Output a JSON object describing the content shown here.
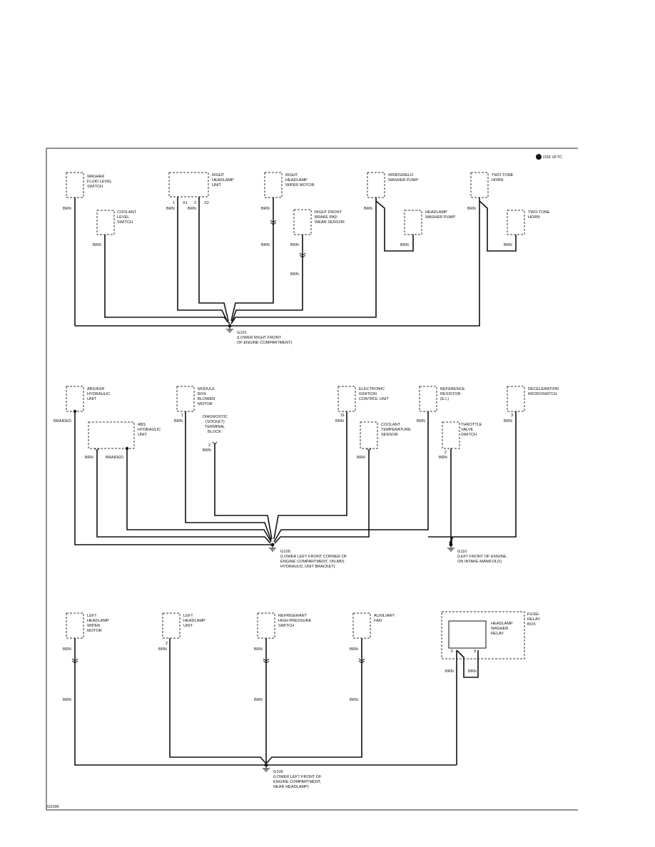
{
  "header": {
    "logo_text": "I335 VFTC"
  },
  "footer": {
    "figure_id": "G5396"
  },
  "components": {
    "washer_fluid_level_switch": [
      "WASHER",
      "FLUID LEVEL",
      "SWITCH"
    ],
    "coolant_level_switch": [
      "COOLANT",
      "LEVEL",
      "SWITCH"
    ],
    "right_headlamp_unit": [
      "RIGHT",
      "HEADLAMP",
      "UNIT"
    ],
    "right_headlamp_wiper_motor": [
      "RIGHT",
      "HEADLAMP",
      "WIPER MOTOR"
    ],
    "right_front_brake_pad_wear_sensor": [
      "RIGHT FRONT",
      "BRAKE PAD",
      "WEAR SENSOR"
    ],
    "windshield_washer_pump": [
      "WINDSHIELD",
      "WASHER PUMP"
    ],
    "headlamp_washer_pump": [
      "HEADLAMP",
      "WASHER PUMP"
    ],
    "two_tone_horn_1": [
      "TWO-TONE",
      "HORN"
    ],
    "two_tone_horn_2": [
      "TWO-TONE",
      "HORN"
    ],
    "abs_asr_hydraulic_unit": [
      "ABS/ASR",
      "HYDRAULIC",
      "UNIT"
    ],
    "abs_hydraulic_unit": [
      "ABS",
      "HYDRAULIC",
      "UNIT"
    ],
    "module_box_blower_motor": [
      "MODULE",
      "BOX",
      "BLOWER",
      "MOTOR"
    ],
    "diagnostic_terminal_block": [
      "DIAGNOSTIC",
      "(SOCKET)",
      "TERMINAL",
      "BLOCK"
    ],
    "electronic_ignition_control_unit": [
      "ELECTRONIC",
      "IGNITION",
      "CONTROL UNIT"
    ],
    "coolant_temperature_sensor": [
      "COOLANT",
      "TEMPERATURE",
      "SENSOR"
    ],
    "reference_resistor": [
      "REFERENCE",
      "RESISTOR",
      "(E.I.)"
    ],
    "throttle_valve_switch": [
      "THROTTLE",
      "VALVE",
      "SWITCH"
    ],
    "deceleration_microswitch": [
      "DECELERATION",
      "MICROSWITCH"
    ],
    "left_headlamp_wiper_motor": [
      "LEFT",
      "HEADLAMP",
      "WIPER",
      "MOTOR"
    ],
    "left_headlamp_unit": [
      "LEFT",
      "HEADLAMP",
      "UNIT"
    ],
    "refrigerant_high_pressure_switch": [
      "REFRIGERANT",
      "HIGH PRESSURE",
      "SWITCH"
    ],
    "auxiliary_fan": [
      "AUXILIARY",
      "FAN"
    ],
    "fuse_relay_box": [
      "FUSE/",
      "RELAY",
      "BOX"
    ],
    "headlamp_washer_relay": [
      "HEADLAMP",
      "WASHER",
      "RELAY"
    ]
  },
  "grounds": {
    "g101": [
      "G101",
      "(LOWER RIGHT FRONT",
      "OF ENGINE COMPARTMENT)"
    ],
    "g109": [
      "G109",
      "(LOWER LEFT FRONT CORNER OF",
      "ENGINE COMPARTMENT, ON ABS",
      "HYDRAULIC UNIT BRACKET)"
    ],
    "g110": [
      "G110",
      "(LEFT FRONT OF ENGINE,",
      "ON INTAKE MANIFOLD)"
    ],
    "g106": [
      "G106",
      "(LOWER LEFT FRONT OF",
      "ENGINE COMPARTMENT,",
      "NEAR HEADLAMP)"
    ]
  },
  "wire_colors": {
    "brn": "BRN",
    "braided": "BRAIDED"
  },
  "pins": {
    "p1": "1",
    "p2": "2",
    "px1": "X1",
    "px2": "X2",
    "p3": "3",
    "p5": "5",
    "p9": "9",
    "p31": "31"
  }
}
